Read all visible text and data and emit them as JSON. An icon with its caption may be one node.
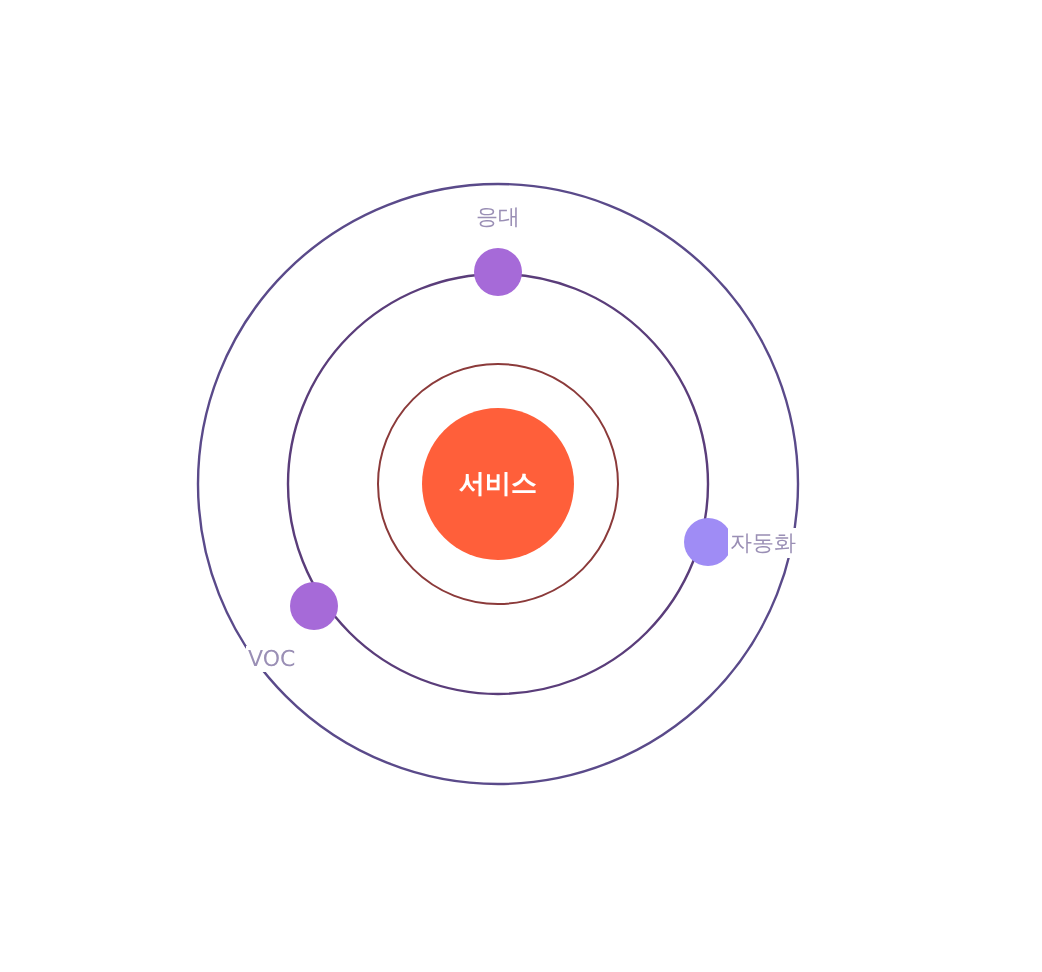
{
  "diagram": {
    "nodes": [
      {
        "text": [
          "서비스"
        ]
      },
      {
        "text": [],
        "shape": "circle",
        "beside": [
          "응대"
        ]
      },
      {
        "text": [],
        "shape": "circle",
        "beside": [
          "자동화"
        ]
      },
      {
        "text": [],
        "shape": "circle",
        "beside": [
          "VOC"
        ]
      }
    ]
  }
}
